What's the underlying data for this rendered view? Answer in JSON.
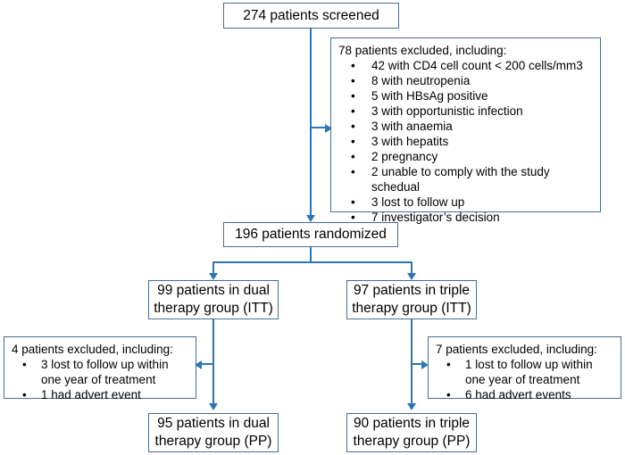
{
  "diagram": {
    "title": "CONSORT patient flow diagram",
    "accent_color": "#2e75b6",
    "border_color": "#4a6c91",
    "bullet_glyph": "•"
  },
  "nodes": {
    "screened": {
      "line1": "274 patients screened"
    },
    "excluded_screening": {
      "header": "78 patients excluded, including:",
      "items": [
        "42 with CD4 cell count < 200 cells/mm3",
        "8 with neutropenia",
        "5 with HBsAg positive",
        "3 with opportunistic infection",
        "3 with anaemia",
        "3 with hepatits",
        "2 pregnancy",
        "2 unable to comply with the study schedual",
        "3 lost to follow up",
        "7 investigator’s decision"
      ]
    },
    "randomized": {
      "line1": "196 patients randomized"
    },
    "dual_itt": {
      "line1": "99 patients in dual",
      "line2": "therapy group (ITT)"
    },
    "triple_itt": {
      "line1": "97 patients in triple",
      "line2": "therapy group (ITT)"
    },
    "excluded_dual": {
      "header": "4 patients excluded, including:",
      "items": [
        "3 lost to follow up within one year of treatment",
        "1 had advert event"
      ]
    },
    "excluded_triple": {
      "header": "7 patients excluded, including:",
      "items": [
        "1 lost to follow up within one year of treatment",
        "6 had advert events"
      ]
    },
    "dual_pp": {
      "line1": "95 patients in dual",
      "line2": "therapy group (PP)"
    },
    "triple_pp": {
      "line1": "90 patients in triple",
      "line2": "therapy group (PP)"
    }
  }
}
